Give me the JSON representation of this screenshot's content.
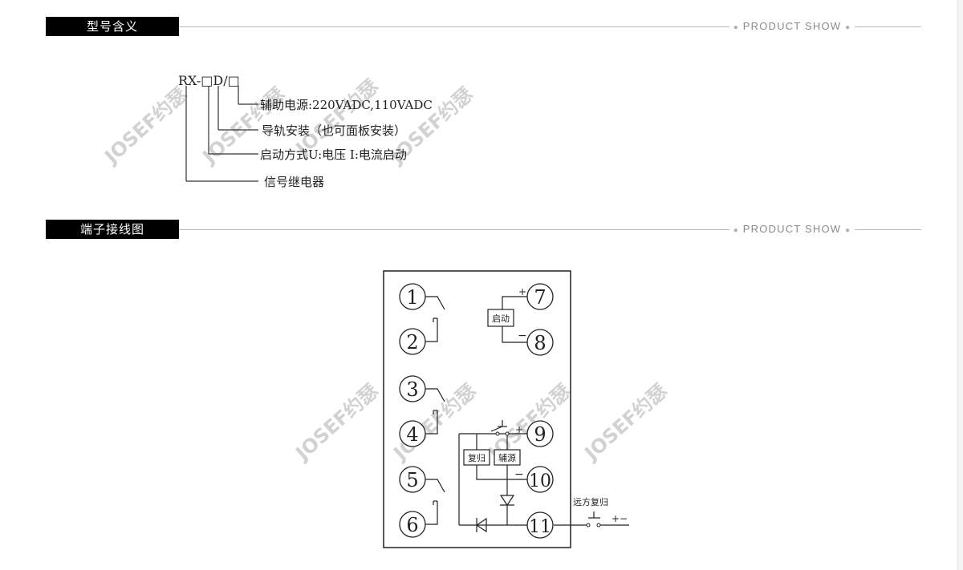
{
  "sections": [
    {
      "title": "型号含义",
      "tag": "PRODUCT SHOW"
    },
    {
      "title": "端子接线图",
      "tag": "PRODUCT SHOW"
    }
  ],
  "model": {
    "code": "RX-□D/□",
    "lines": [
      "辅助电源:220VADC,110VADC",
      "导轨安装（也可面板安装）",
      "启动方式U:电压 I:电流启动",
      "信号继电器"
    ]
  },
  "watermark": "JOSEF约瑟",
  "wiring": {
    "terminals": [
      "1",
      "2",
      "3",
      "4",
      "5",
      "6",
      "7",
      "8",
      "9",
      "10",
      "11"
    ],
    "box_start": "启动",
    "box_reset": "复归",
    "box_aux": "辅源",
    "remote_reset": "远方复归",
    "plus": "+",
    "minus": "−",
    "plus_minus": "+−"
  }
}
